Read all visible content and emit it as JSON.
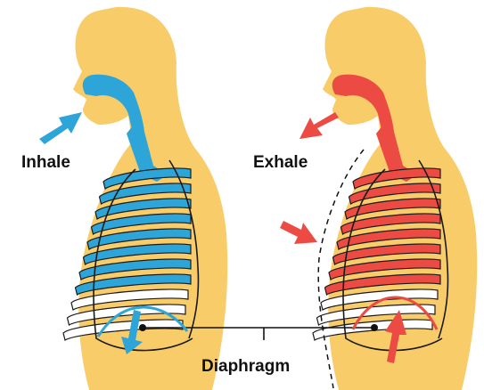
{
  "labels": {
    "inhale": "Inhale",
    "exhale": "Exhale",
    "diaphragm": "Diaphragm"
  },
  "colors": {
    "skin": "#F9CC6A",
    "inhale_accent": "#2EA5D8",
    "exhale_accent": "#EC4B43",
    "outline": "#1A1A1A",
    "bone_fill": "#FFFFFF"
  },
  "icons": {
    "inhale_arrow": "arrow-in-icon",
    "exhale_arrow": "arrow-out-icon",
    "chest_contract_arrow": "arrow-in-icon",
    "diaphragm_down_arrow": "arrow-down-icon",
    "diaphragm_up_arrow": "arrow-up-icon"
  }
}
